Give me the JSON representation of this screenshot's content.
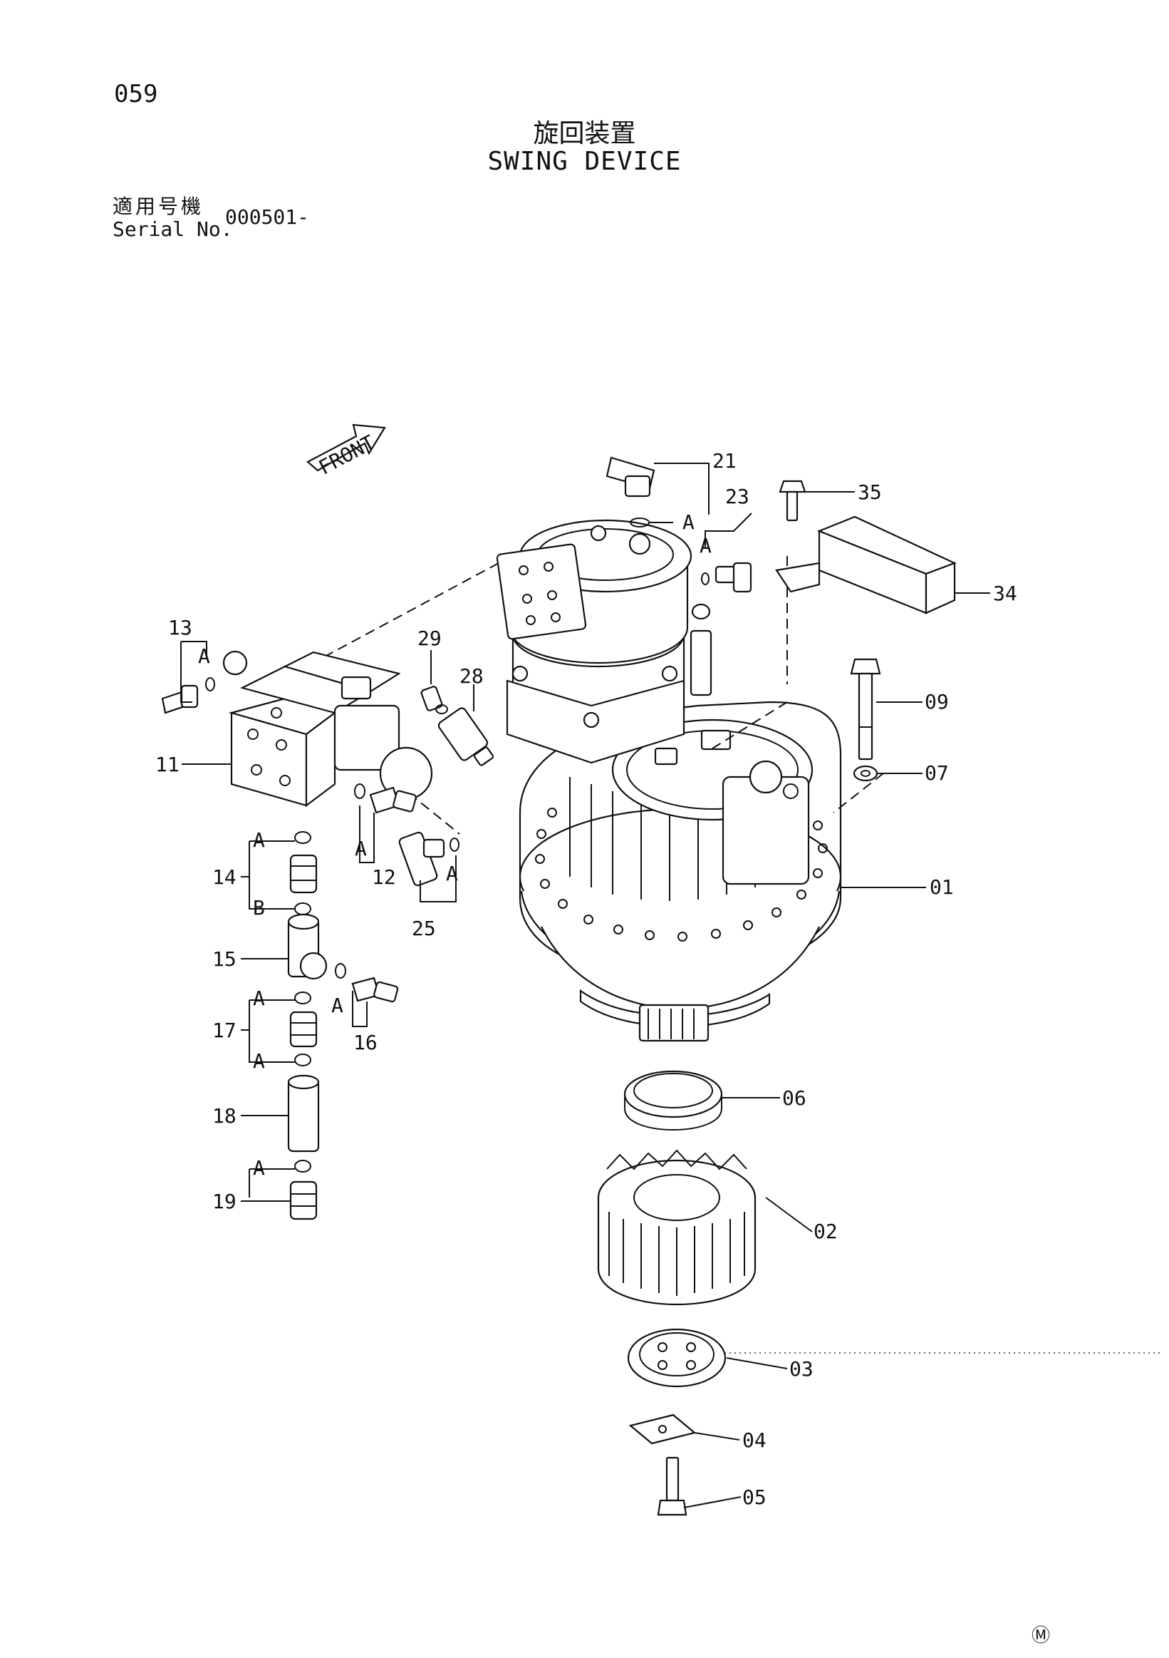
{
  "header": {
    "page_number": "059",
    "title_jp": "旋回装置",
    "title_en": "SWING DEVICE",
    "serial_label_jp": "適用号機",
    "serial_label_en": "Serial No.",
    "serial_value": "000501-"
  },
  "front_marker": "FRONT",
  "callouts": {
    "p01": "01",
    "p02": "02",
    "p03": "03",
    "p04": "04",
    "p05": "05",
    "p06": "06",
    "p07": "07",
    "p09": "09",
    "p11": "11",
    "p12": "12",
    "p13": "13",
    "p14": "14",
    "p15": "15",
    "p16": "16",
    "p17": "17",
    "p18": "18",
    "p19": "19",
    "p21": "21",
    "p23": "23",
    "p25": "25",
    "p28": "28",
    "p29": "29",
    "p34": "34",
    "p35": "35"
  },
  "seal_letters": {
    "a": "A",
    "b": "B"
  },
  "footer_mark": "Ⓜ"
}
